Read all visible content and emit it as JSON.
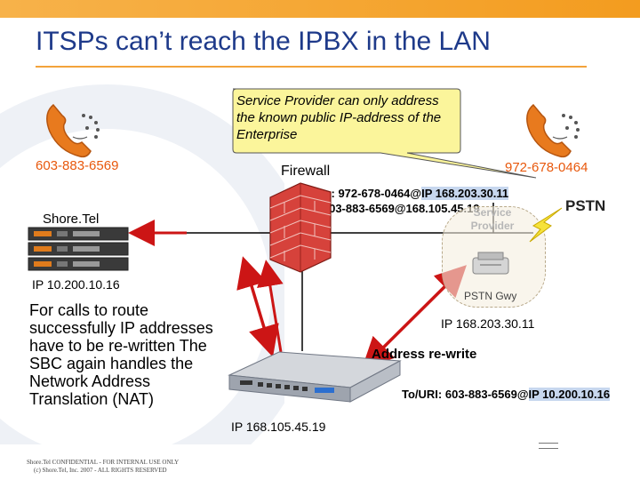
{
  "slide": {
    "title": "ITSPs can’t reach the IPBX in the LAN",
    "callout": "Service Provider can only address the known public IP-address of the Enterprise",
    "left_phone_number": "603-883-6569",
    "right_phone_number": "972-678-0464",
    "firewall_label": "Firewall",
    "pstn_label": "PSTN",
    "shoretel_label": "Shore.Tel",
    "from_line_prefix": "From: 972-678-0464@",
    "from_line_ip": "IP 168.203.30.11",
    "to_line": "To: 603-883-6569@168.105.45.19",
    "service_provider_label": "Service Provider",
    "pstn_gwy_label": "PSTN Gwy",
    "ip_lan": "IP 10.200.10.16",
    "ip_provider": "IP 168.203.30.11",
    "address_rewrite": "Address re-write",
    "to_uri_prefix": "To/URI: 603-883-6569@",
    "to_uri_ip": "IP 10.200.10.16",
    "ip_sbc": "IP 168.105.45.19",
    "note": "For calls to route successfully IP addresses have to be re-written The SBC again handles the Network Address Translation (NAT)",
    "footer_line1": "Shore.Tel CONFIDENTIAL - FOR INTERNAL USE ONLY",
    "footer_line2": "(c) Shore.Tel, Inc. 2007 - ALL RIGHTS RESERVED"
  },
  "colors": {
    "title": "#1e3a8a",
    "orange": "#e8580c",
    "top_bar": "#f39c1f",
    "callout_fill": "#fbf59b",
    "red_arrow": "#cc1515",
    "highlight": "#c7d7ee"
  },
  "icons": [
    "phone-icon",
    "phone-icon",
    "firewall-icon",
    "lightning-icon",
    "server-rack-icon",
    "sbc-device-icon",
    "pstn-gateway-icon"
  ]
}
